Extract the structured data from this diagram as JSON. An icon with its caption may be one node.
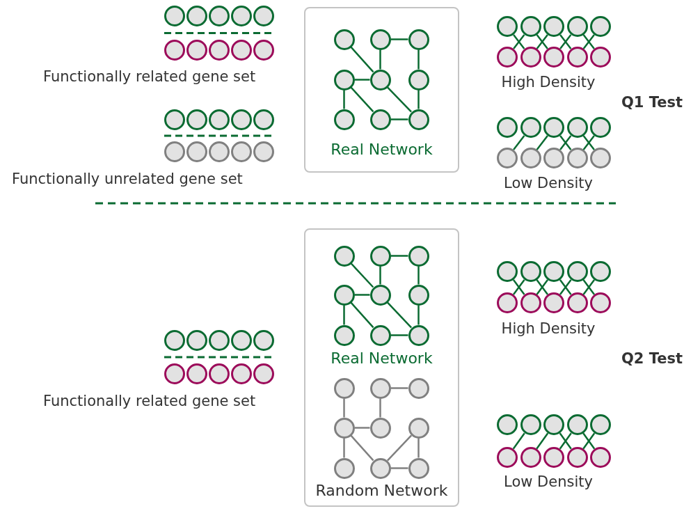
{
  "diagram": {
    "nodes": [
      {
        "text": [
          "Real Network"
        ]
      },
      {
        "text": [],
        "shape": "circle",
        "in": 0
      },
      {
        "text": [],
        "shape": "circle",
        "in": 0
      },
      {
        "text": [],
        "shape": "circle",
        "in": 0
      },
      {
        "text": [],
        "shape": "circle",
        "in": 0
      },
      {
        "text": [],
        "shape": "circle",
        "in": 0
      },
      {
        "text": [],
        "shape": "circle",
        "in": 0
      },
      {
        "text": [],
        "shape": "circle",
        "in": 0
      },
      {
        "text": [],
        "shape": "circle",
        "in": 0
      },
      {
        "text": [],
        "shape": "circle",
        "in": 0
      },
      {
        "text": [],
        "shape": "circle"
      },
      {
        "text": [],
        "shape": "circle"
      },
      {
        "text": [],
        "shape": "circle"
      },
      {
        "text": [],
        "shape": "circle"
      },
      {
        "text": [],
        "shape": "circle"
      },
      {
        "text": [],
        "shape": "circle"
      },
      {
        "text": [],
        "shape": "circle"
      },
      {
        "text": [],
        "shape": "circle"
      },
      {
        "text": [],
        "shape": "circle"
      },
      {
        "text": [],
        "shape": "circle"
      },
      {
        "text": [],
        "shape": "circle"
      },
      {
        "text": [],
        "shape": "circle"
      },
      {
        "text": [],
        "shape": "circle"
      },
      {
        "text": [],
        "shape": "circle"
      },
      {
        "text": [],
        "shape": "circle"
      },
      {
        "text": [],
        "shape": "circle"
      },
      {
        "text": [],
        "shape": "circle"
      },
      {
        "text": [],
        "shape": "circle"
      },
      {
        "text": [],
        "shape": "circle"
      },
      {
        "text": [],
        "shape": "circle"
      },
      {
        "text": [
          "Real Network",
          "Random Network"
        ]
      },
      {
        "text": [],
        "shape": "circle",
        "in": 30
      },
      {
        "text": [],
        "shape": "circle",
        "in": 30
      },
      {
        "text": [],
        "shape": "circle",
        "in": 30
      },
      {
        "text": [],
        "shape": "circle",
        "in": 30
      },
      {
        "text": [],
        "shape": "circle",
        "in": 30
      },
      {
        "text": [],
        "shape": "circle",
        "in": 30
      },
      {
        "text": [],
        "shape": "circle",
        "in": 30
      },
      {
        "text": [],
        "shape": "circle",
        "in": 30
      },
      {
        "text": [],
        "shape": "circle",
        "in": 30
      },
      {
        "text": [],
        "shape": "circle",
        "in": 30
      },
      {
        "text": [],
        "shape": "circle",
        "in": 30
      },
      {
        "text": [],
        "shape": "circle",
        "in": 30
      },
      {
        "text": [],
        "shape": "circle",
        "in": 30
      },
      {
        "text": [],
        "shape": "circle",
        "in": 30
      },
      {
        "text": [],
        "shape": "circle",
        "in": 30
      },
      {
        "text": [],
        "shape": "circle",
        "in": 30
      },
      {
        "text": [],
        "shape": "circle",
        "in": 30
      },
      {
        "text": [],
        "shape": "circle",
        "in": 30
      },
      {
        "text": [],
        "shape": "circle"
      },
      {
        "text": [],
        "shape": "circle"
      },
      {
        "text": [],
        "shape": "circle"
      },
      {
        "text": [],
        "shape": "circle"
      },
      {
        "text": [],
        "shape": "circle"
      },
      {
        "text": [],
        "shape": "circle"
      },
      {
        "text": [],
        "shape": "circle"
      },
      {
        "text": [],
        "shape": "circle"
      },
      {
        "text": [],
        "shape": "circle"
      },
      {
        "text": [],
        "shape": "circle"
      },
      {
        "text": [],
        "shape": "circle"
      },
      {
        "text": [],
        "shape": "circle"
      },
      {
        "text": [],
        "shape": "circle"
      },
      {
        "text": [],
        "shape": "circle"
      },
      {
        "text": [],
        "shape": "circle"
      },
      {
        "text": [],
        "shape": "circle"
      },
      {
        "text": [],
        "shape": "circle"
      },
      {
        "text": [],
        "shape": "circle"
      },
      {
        "text": [],
        "shape": "circle"
      },
      {
        "text": [],
        "shape": "circle"
      }
    ],
    "edges": [
      {
        "from": 1,
        "to": 5,
        "arrow": "none"
      },
      {
        "from": 2,
        "to": 3,
        "arrow": "none"
      },
      {
        "from": 2,
        "to": 5,
        "arrow": "none"
      },
      {
        "from": 3,
        "to": 6,
        "arrow": "none"
      },
      {
        "from": 4,
        "to": 5,
        "arrow": "none"
      },
      {
        "from": 4,
        "to": 7,
        "arrow": "none"
      },
      {
        "from": 4,
        "to": 8,
        "arrow": "none"
      },
      {
        "from": 5,
        "to": 9,
        "arrow": "none"
      },
      {
        "from": 6,
        "to": 9,
        "arrow": "none"
      },
      {
        "from": 8,
        "to": 9,
        "arrow": "none"
      },
      {
        "from": 10,
        "to": 16,
        "arrow": "none"
      },
      {
        "from": 11,
        "to": 15,
        "arrow": "none"
      },
      {
        "from": 11,
        "to": 17,
        "arrow": "none"
      },
      {
        "from": 12,
        "to": 16,
        "arrow": "none"
      },
      {
        "from": 12,
        "to": 18,
        "arrow": "none"
      },
      {
        "from": 13,
        "to": 17,
        "arrow": "none"
      },
      {
        "from": 13,
        "to": 19,
        "arrow": "none"
      },
      {
        "from": 14,
        "to": 18,
        "arrow": "none"
      },
      {
        "from": 21,
        "to": 25,
        "arrow": "none"
      },
      {
        "from": 22,
        "to": 26,
        "arrow": "none"
      },
      {
        "from": 22,
        "to": 28,
        "arrow": "none"
      },
      {
        "from": 23,
        "to": 27,
        "arrow": "none"
      },
      {
        "from": 23,
        "to": 29,
        "arrow": "none"
      },
      {
        "from": 24,
        "to": 28,
        "arrow": "none"
      },
      {
        "from": 31,
        "to": 35,
        "arrow": "none"
      },
      {
        "from": 32,
        "to": 33,
        "arrow": "none"
      },
      {
        "from": 32,
        "to": 35,
        "arrow": "none"
      },
      {
        "from": 33,
        "to": 36,
        "arrow": "none"
      },
      {
        "from": 34,
        "to": 35,
        "arrow": "none"
      },
      {
        "from": 34,
        "to": 37,
        "arrow": "none"
      },
      {
        "from": 34,
        "to": 38,
        "arrow": "none"
      },
      {
        "from": 35,
        "to": 39,
        "arrow": "none"
      },
      {
        "from": 36,
        "to": 39,
        "arrow": "none"
      },
      {
        "from": 38,
        "to": 39,
        "arrow": "none"
      },
      {
        "from": 41,
        "to": 42,
        "arrow": "none",
        "color": "#808080"
      },
      {
        "from": 40,
        "to": 43,
        "arrow": "none",
        "color": "#808080"
      },
      {
        "from": 41,
        "to": 44,
        "arrow": "none",
        "color": "#808080"
      },
      {
        "from": 43,
        "to": 44,
        "arrow": "none",
        "color": "#808080"
      },
      {
        "from": 43,
        "to": 46,
        "arrow": "none",
        "color": "#808080"
      },
      {
        "from": 43,
        "to": 47,
        "arrow": "none",
        "color": "#808080"
      },
      {
        "from": 45,
        "to": 47,
        "arrow": "none",
        "color": "#808080"
      },
      {
        "from": 45,
        "to": 48,
        "arrow": "none",
        "color": "#808080"
      },
      {
        "from": 47,
        "to": 48,
        "arrow": "none",
        "color": "#808080"
      },
      {
        "from": 49,
        "to": 55,
        "arrow": "none"
      },
      {
        "from": 50,
        "to": 54,
        "arrow": "none"
      },
      {
        "from": 50,
        "to": 56,
        "arrow": "none"
      },
      {
        "from": 51,
        "to": 55,
        "arrow": "none"
      },
      {
        "from": 51,
        "to": 57,
        "arrow": "none"
      },
      {
        "from": 52,
        "to": 56,
        "arrow": "none"
      },
      {
        "from": 52,
        "to": 58,
        "arrow": "none"
      },
      {
        "from": 53,
        "to": 57,
        "arrow": "none"
      },
      {
        "from": 60,
        "to": 64,
        "arrow": "none"
      },
      {
        "from": 61,
        "to": 65,
        "arrow": "none"
      },
      {
        "from": 61,
        "to": 67,
        "arrow": "none"
      },
      {
        "from": 62,
        "to": 66,
        "arrow": "none"
      },
      {
        "from": 62,
        "to": 68,
        "arrow": "none"
      },
      {
        "from": 63,
        "to": 67,
        "arrow": "none"
      }
    ],
    "labels": [
      "Functionally related gene set",
      "High Density",
      "Q1 Test",
      "Functionally unrelated gene set",
      "Low Density",
      "High Density",
      "Q2 Test",
      "Functionally related gene set",
      "Low Density"
    ]
  }
}
